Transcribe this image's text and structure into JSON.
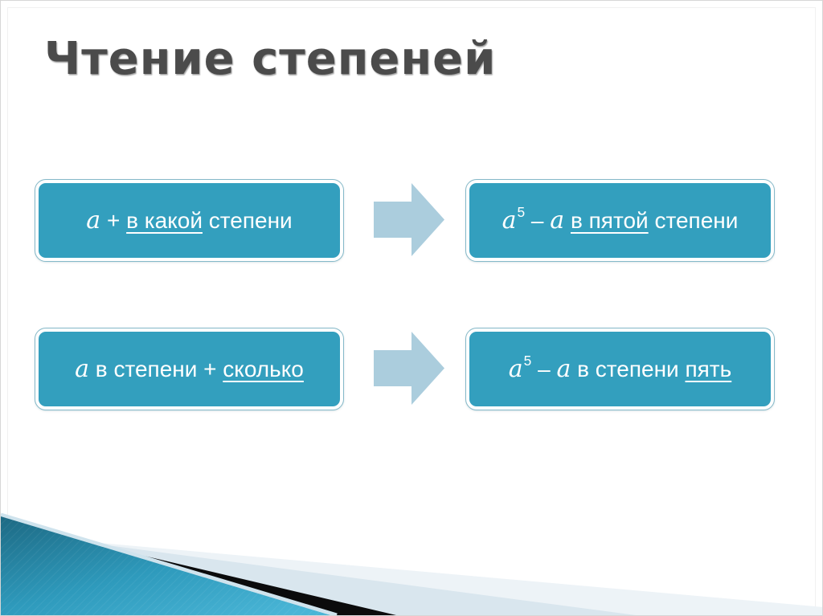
{
  "slide": {
    "title": "Чтение степеней",
    "rows": [
      {
        "left": {
          "segments": [
            {
              "text": "a",
              "style": "math"
            },
            {
              "text": " + ",
              "style": "normal"
            },
            {
              "text": "в какой",
              "style": "underline"
            },
            {
              "text": " степени",
              "style": "normal"
            }
          ]
        },
        "right": {
          "segments": [
            {
              "text": "a",
              "style": "math"
            },
            {
              "text": "5",
              "style": "sup"
            },
            {
              "text": " – ",
              "style": "normal"
            },
            {
              "text": "a",
              "style": "math"
            },
            {
              "text": " ",
              "style": "normal"
            },
            {
              "text": "в пятой",
              "style": "underline"
            },
            {
              "text": " степени",
              "style": "normal"
            }
          ]
        }
      },
      {
        "left": {
          "segments": [
            {
              "text": "a",
              "style": "math"
            },
            {
              "text": " в степени + ",
              "style": "normal"
            },
            {
              "text": "сколько",
              "style": "underline"
            }
          ]
        },
        "right": {
          "segments": [
            {
              "text": "a",
              "style": "math"
            },
            {
              "text": "5",
              "style": "sup"
            },
            {
              "text": " – ",
              "style": "normal"
            },
            {
              "text": "a",
              "style": "math"
            },
            {
              "text": " в степени ",
              "style": "normal"
            },
            {
              "text": "пять",
              "style": "underline"
            }
          ]
        }
      }
    ],
    "colors": {
      "title_text": "#4b4b4b",
      "box_fill": "#339fbe",
      "box_border": "#85b9c9",
      "box_text": "#ffffff",
      "arrow": "#abcddd",
      "ribbon_teal_dark": "#1d6983",
      "ribbon_teal_mid": "#2e9abc",
      "ribbon_teal_light": "#49b5d6",
      "ribbon_black": "#0b0b0c",
      "ribbon_pale": "#d9e6ee",
      "ribbon_palest": "#edf3f7",
      "ribbon_line": "#cfe3ed"
    }
  }
}
